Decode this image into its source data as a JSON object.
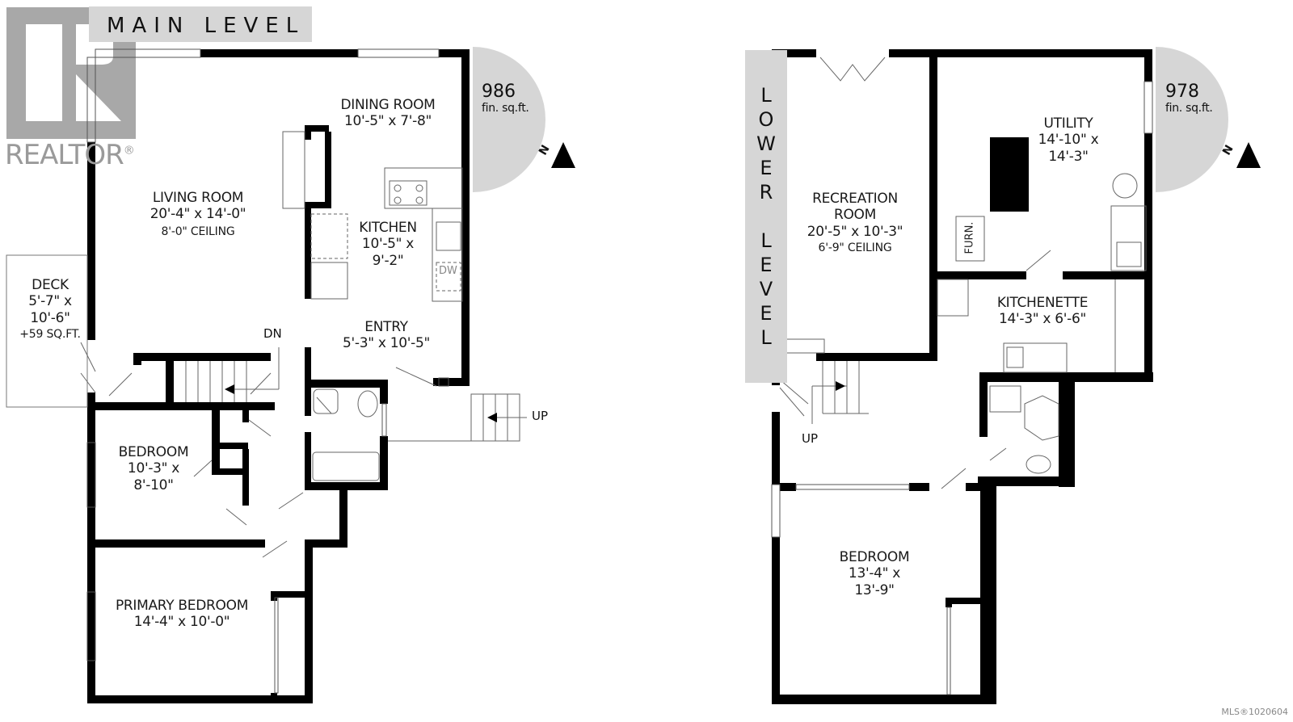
{
  "watermark": {
    "brand": "REALTOR",
    "registered_mark": "®",
    "mls": "MLS®1020604"
  },
  "main_level": {
    "title": "MAIN LEVEL",
    "area": {
      "value": "986",
      "unit": "fin. sq.ft."
    },
    "north_label": "N",
    "rooms": [
      {
        "name": "DINING ROOM",
        "dims": "10'-5\" x 7'-8\""
      },
      {
        "name": "LIVING ROOM",
        "dims": "20'-4\" x 14'-0\"",
        "ceiling": "8'-0\" CEILING"
      },
      {
        "name": "KITCHEN",
        "dims1": "10'-5\" x",
        "dims2": "9'-2\""
      },
      {
        "name": "DECK",
        "dims1": "5'-7\" x",
        "dims2": "10'-6\"",
        "extra": "+59 SQ.FT."
      },
      {
        "name": "ENTRY",
        "dims": "5'-3\" x 10'-5\""
      },
      {
        "name": "BEDROOM",
        "dims1": "10'-3\" x",
        "dims2": "8'-10\""
      },
      {
        "name": "PRIMARY BEDROOM",
        "dims": "14'-4\" x 10'-0\""
      }
    ],
    "stair_dn": "DN",
    "stair_up": "UP",
    "dishwasher": "DW"
  },
  "lower_level": {
    "title_letters": [
      "L",
      "O",
      "W",
      "E",
      "R",
      "",
      "L",
      "E",
      "V",
      "E",
      "L"
    ],
    "area": {
      "value": "978",
      "unit": "fin. sq.ft."
    },
    "north_label": "N",
    "rooms": [
      {
        "name1": "RECREATION",
        "name2": "ROOM",
        "dims": "20'-5\" x 10'-3\"",
        "ceiling": "6'-9\" CEILING"
      },
      {
        "name": "UTILITY",
        "dims1": "14'-10\" x",
        "dims2": "14'-3\""
      },
      {
        "name": "KITCHENETTE",
        "dims": "14'-3\" x 6'-6\""
      },
      {
        "name": "BEDROOM",
        "dims1": "13'-4\" x",
        "dims2": "13'-9\""
      }
    ],
    "furnace": "FURN.",
    "stair_up": "UP"
  },
  "colors": {
    "wall": "#000000",
    "label_bg": "#d6d6d6",
    "watermark": "#9a9a9a",
    "fixture": "#777777"
  }
}
